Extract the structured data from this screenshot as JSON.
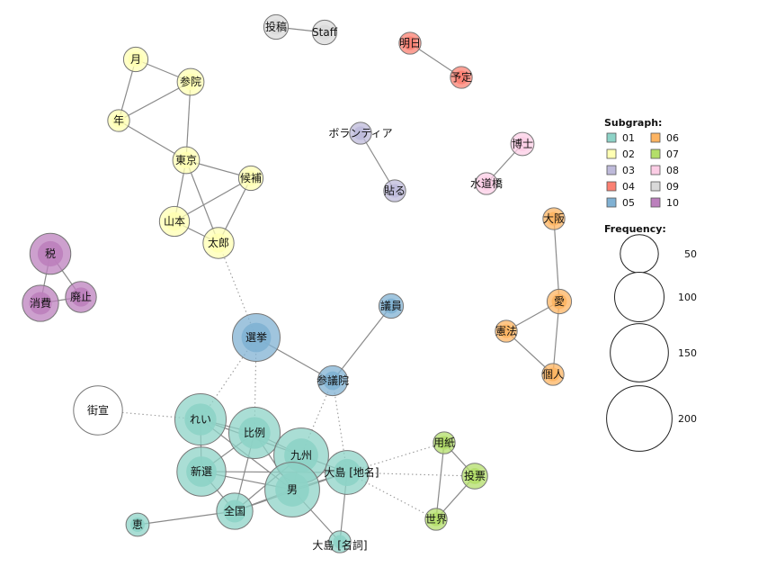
{
  "legend": {
    "subgraph_title": "Subgraph:",
    "frequency_title": "Frequency:",
    "subgraphs": [
      {
        "id": "01",
        "label": "01",
        "color": "#8dd3c7"
      },
      {
        "id": "02",
        "label": "02",
        "color": "#ffffb3"
      },
      {
        "id": "03",
        "label": "03",
        "color": "#bebada"
      },
      {
        "id": "04",
        "label": "04",
        "color": "#fb8072"
      },
      {
        "id": "05",
        "label": "05",
        "color": "#80b1d3"
      },
      {
        "id": "06",
        "label": "06",
        "color": "#fdb462"
      },
      {
        "id": "07",
        "label": "07",
        "color": "#b3de69"
      },
      {
        "id": "08",
        "label": "08",
        "color": "#fccde5"
      },
      {
        "id": "09",
        "label": "09",
        "color": "#d9d9d9"
      },
      {
        "id": "10",
        "label": "10",
        "color": "#bc80bd"
      }
    ],
    "frequency_scale": [
      {
        "label": "50",
        "value": 50
      },
      {
        "label": "100",
        "value": 100
      },
      {
        "label": "150",
        "value": 150
      },
      {
        "label": "200",
        "value": 200
      }
    ]
  },
  "nodes": [
    {
      "id": "tokou",
      "label": "投稿",
      "group": "09",
      "freq": 10
    },
    {
      "id": "staff",
      "label": "Staff",
      "group": "09",
      "freq": 10
    },
    {
      "id": "ashita",
      "label": "明日",
      "group": "04",
      "freq": 8
    },
    {
      "id": "yotei",
      "label": "予定",
      "group": "04",
      "freq": 8
    },
    {
      "id": "tsuki",
      "label": "月",
      "group": "02",
      "freq": 10
    },
    {
      "id": "sanin",
      "label": "参院",
      "group": "02",
      "freq": 12
    },
    {
      "id": "toshi",
      "label": "年",
      "group": "02",
      "freq": 8
    },
    {
      "id": "tokyo",
      "label": "東京",
      "group": "02",
      "freq": 12
    },
    {
      "id": "kouho",
      "label": "候補",
      "group": "02",
      "freq": 10
    },
    {
      "id": "yamamoto",
      "label": "山本",
      "group": "02",
      "freq": 15
    },
    {
      "id": "taro",
      "label": "太郎",
      "group": "02",
      "freq": 16
    },
    {
      "id": "volunteer",
      "label": "ボランティア",
      "group": "03",
      "freq": 8
    },
    {
      "id": "haru",
      "label": "貼る",
      "group": "03",
      "freq": 8
    },
    {
      "id": "hakase",
      "label": "博士",
      "group": "08",
      "freq": 9
    },
    {
      "id": "suidoubashi",
      "label": "水道橋",
      "group": "08",
      "freq": 8
    },
    {
      "id": "osaka",
      "label": "大阪",
      "group": "06",
      "freq": 8
    },
    {
      "id": "ai",
      "label": "愛",
      "group": "06",
      "freq": 10
    },
    {
      "id": "kenpou",
      "label": "憲法",
      "group": "06",
      "freq": 8
    },
    {
      "id": "kojin",
      "label": "個人",
      "group": "06",
      "freq": 8
    },
    {
      "id": "zei",
      "label": "税",
      "group": "10",
      "freq": 28
    },
    {
      "id": "shouhi",
      "label": "消費",
      "group": "10",
      "freq": 22
    },
    {
      "id": "haishi",
      "label": "廃止",
      "group": "10",
      "freq": 16
    },
    {
      "id": "giin",
      "label": "議員",
      "group": "05",
      "freq": 10
    },
    {
      "id": "senkyo",
      "label": "選挙",
      "group": "05",
      "freq": 38
    },
    {
      "id": "sangiin",
      "label": "参議院",
      "group": "05",
      "freq": 15
    },
    {
      "id": "gaisen",
      "label": "街宣",
      "group": "none",
      "freq": 40
    },
    {
      "id": "reiwa",
      "label": "れい",
      "group": "01",
      "freq": 44
    },
    {
      "id": "hirei",
      "label": "比例",
      "group": "01",
      "freq": 44
    },
    {
      "id": "kyushu",
      "label": "九州",
      "group": "01",
      "freq": 50
    },
    {
      "id": "shinsen",
      "label": "新選",
      "group": "01",
      "freq": 40
    },
    {
      "id": "oshima_place",
      "label": "大島 [地名]",
      "group": "01",
      "freq": 32
    },
    {
      "id": "otoko",
      "label": "男",
      "group": "01",
      "freq": 50
    },
    {
      "id": "zenkoku",
      "label": "全国",
      "group": "01",
      "freq": 22
    },
    {
      "id": "megumi",
      "label": "恵",
      "group": "01",
      "freq": 9
    },
    {
      "id": "oshima_noun",
      "label": "大島 [名詞]",
      "group": "01",
      "freq": 8
    },
    {
      "id": "youshi",
      "label": "用紙",
      "group": "07",
      "freq": 8
    },
    {
      "id": "touhyou",
      "label": "投票",
      "group": "07",
      "freq": 11
    },
    {
      "id": "sekai",
      "label": "世界",
      "group": "07",
      "freq": 8
    }
  ],
  "edges": [
    {
      "source": "tokou",
      "target": "staff",
      "style": "solid"
    },
    {
      "source": "ashita",
      "target": "yotei",
      "style": "solid"
    },
    {
      "source": "tsuki",
      "target": "sanin",
      "style": "solid"
    },
    {
      "source": "tsuki",
      "target": "toshi",
      "style": "solid"
    },
    {
      "source": "toshi",
      "target": "sanin",
      "style": "solid"
    },
    {
      "source": "toshi",
      "target": "tokyo",
      "style": "solid"
    },
    {
      "source": "sanin",
      "target": "tokyo",
      "style": "solid"
    },
    {
      "source": "tokyo",
      "target": "kouho",
      "style": "solid"
    },
    {
      "source": "tokyo",
      "target": "yamamoto",
      "style": "solid"
    },
    {
      "source": "tokyo",
      "target": "taro",
      "style": "solid"
    },
    {
      "source": "kouho",
      "target": "yamamoto",
      "style": "solid"
    },
    {
      "source": "kouho",
      "target": "taro",
      "style": "solid"
    },
    {
      "source": "yamamoto",
      "target": "taro",
      "style": "solid"
    },
    {
      "source": "volunteer",
      "target": "haru",
      "style": "solid"
    },
    {
      "source": "hakase",
      "target": "suidoubashi",
      "style": "solid"
    },
    {
      "source": "osaka",
      "target": "ai",
      "style": "solid"
    },
    {
      "source": "ai",
      "target": "kenpou",
      "style": "solid"
    },
    {
      "source": "ai",
      "target": "kojin",
      "style": "solid"
    },
    {
      "source": "kenpou",
      "target": "kojin",
      "style": "solid"
    },
    {
      "source": "zei",
      "target": "shouhi",
      "style": "solid"
    },
    {
      "source": "zei",
      "target": "haishi",
      "style": "solid"
    },
    {
      "source": "shouhi",
      "target": "haishi",
      "style": "solid"
    },
    {
      "source": "senkyo",
      "target": "sangiin",
      "style": "solid"
    },
    {
      "source": "giin",
      "target": "sangiin",
      "style": "solid"
    },
    {
      "source": "taro",
      "target": "senkyo",
      "style": "dotted"
    },
    {
      "source": "senkyo",
      "target": "reiwa",
      "style": "dotted"
    },
    {
      "source": "senkyo",
      "target": "hirei",
      "style": "dotted"
    },
    {
      "source": "sangiin",
      "target": "kyushu",
      "style": "dotted"
    },
    {
      "source": "sangiin",
      "target": "oshima_place",
      "style": "dotted"
    },
    {
      "source": "gaisen",
      "target": "reiwa",
      "style": "dotted"
    },
    {
      "source": "reiwa",
      "target": "hirei",
      "style": "solid"
    },
    {
      "source": "reiwa",
      "target": "shinsen",
      "style": "solid"
    },
    {
      "source": "reiwa",
      "target": "kyushu",
      "style": "solid"
    },
    {
      "source": "reiwa",
      "target": "otoko",
      "style": "solid"
    },
    {
      "source": "hirei",
      "target": "kyushu",
      "style": "solid"
    },
    {
      "source": "hirei",
      "target": "shinsen",
      "style": "solid"
    },
    {
      "source": "hirei",
      "target": "otoko",
      "style": "solid"
    },
    {
      "source": "hirei",
      "target": "zenkoku",
      "style": "solid"
    },
    {
      "source": "kyushu",
      "target": "oshima_place",
      "style": "solid"
    },
    {
      "source": "kyushu",
      "target": "otoko",
      "style": "solid"
    },
    {
      "source": "kyushu",
      "target": "zenkoku",
      "style": "solid"
    },
    {
      "source": "shinsen",
      "target": "otoko",
      "style": "solid"
    },
    {
      "source": "shinsen",
      "target": "zenkoku",
      "style": "solid"
    },
    {
      "source": "shinsen",
      "target": "oshima_place",
      "style": "solid"
    },
    {
      "source": "otoko",
      "target": "oshima_place",
      "style": "solid"
    },
    {
      "source": "otoko",
      "target": "zenkoku",
      "style": "solid"
    },
    {
      "source": "otoko",
      "target": "oshima_noun",
      "style": "solid"
    },
    {
      "source": "zenkoku",
      "target": "megumi",
      "style": "solid"
    },
    {
      "source": "zenkoku",
      "target": "oshima_place",
      "style": "solid"
    },
    {
      "source": "oshima_place",
      "target": "oshima_noun",
      "style": "solid"
    },
    {
      "source": "oshima_place",
      "target": "youshi",
      "style": "dotted"
    },
    {
      "source": "oshima_place",
      "target": "touhyou",
      "style": "dotted"
    },
    {
      "source": "oshima_place",
      "target": "sekai",
      "style": "dotted"
    },
    {
      "source": "youshi",
      "target": "touhyou",
      "style": "solid"
    },
    {
      "source": "youshi",
      "target": "sekai",
      "style": "solid"
    },
    {
      "source": "touhyou",
      "target": "sekai",
      "style": "solid"
    }
  ]
}
